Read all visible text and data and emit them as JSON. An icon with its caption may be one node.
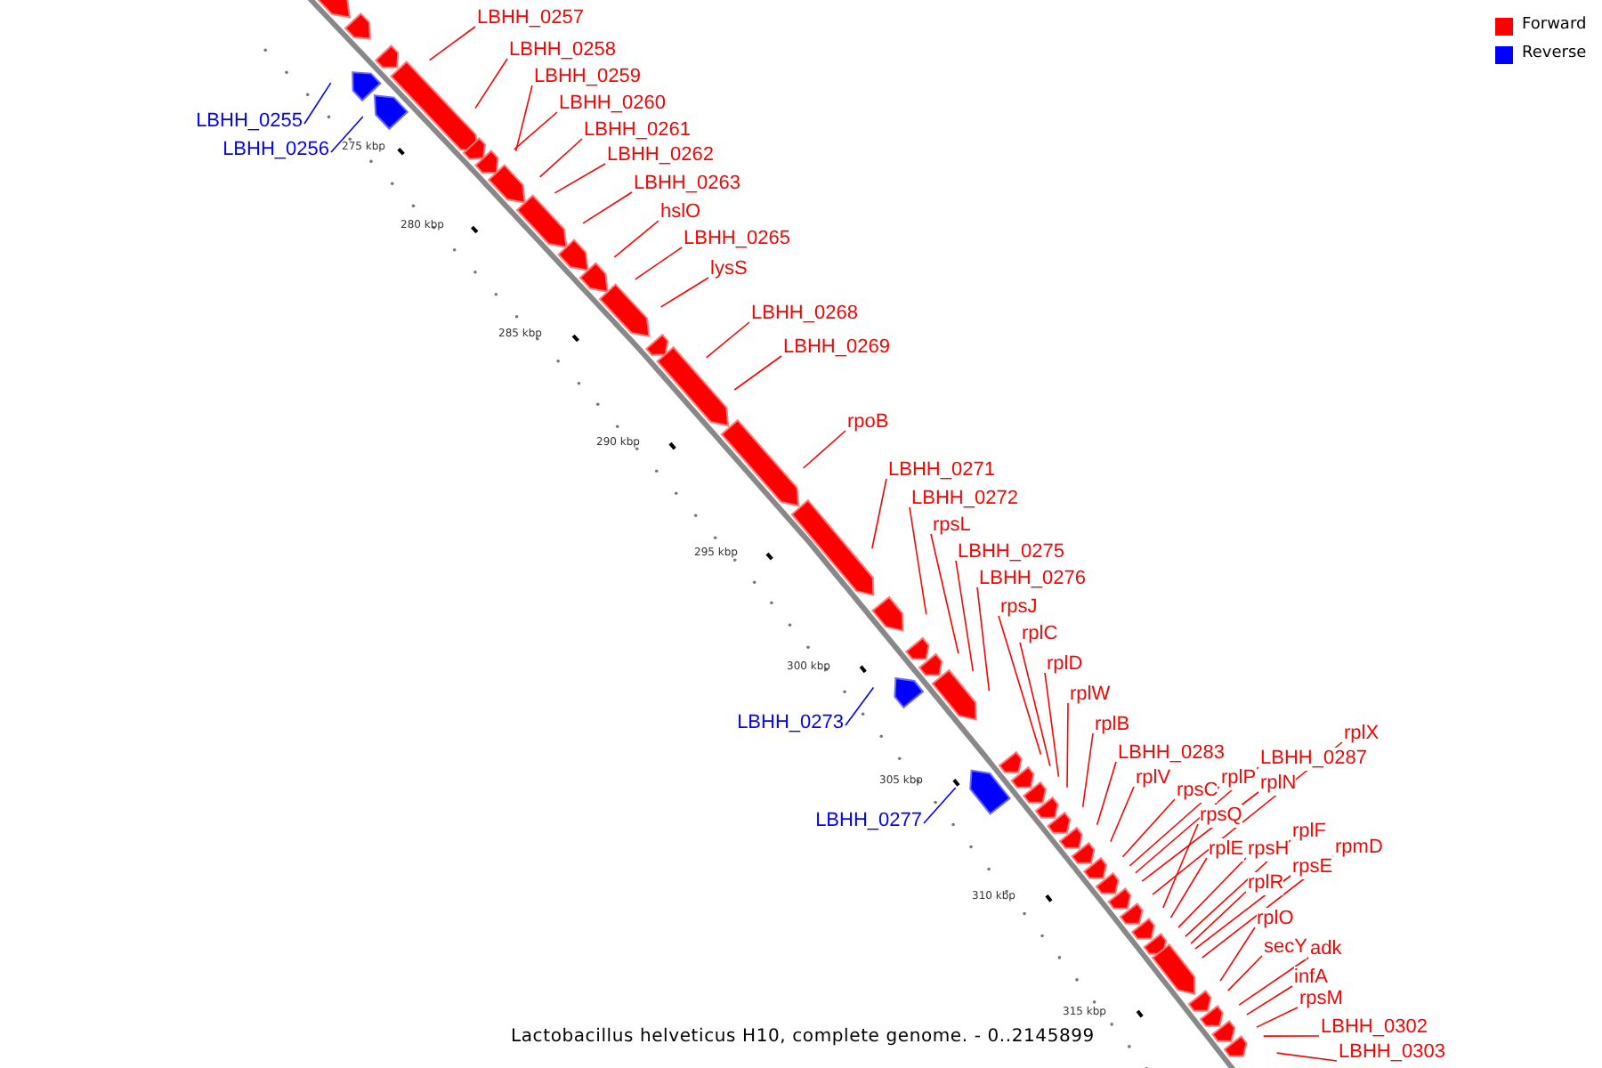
{
  "diagram": {
    "caption": "Lactobacillus helveticus H10, complete genome. - 0..2145899",
    "nodes": [
      {
        "text": [
          "LBHH_0257"
        ]
      },
      {
        "text": [
          "LBHH_0258"
        ]
      },
      {
        "text": [
          "LBHH_0259"
        ]
      },
      {
        "text": [
          "LBHH_0260"
        ]
      },
      {
        "text": [
          "LBHH_0255"
        ]
      },
      {
        "text": [
          "LBHH_0261"
        ]
      },
      {
        "text": [
          "LBHH_0256"
        ]
      },
      {
        "text": [
          "LBHH_0262"
        ]
      },
      {
        "text": [
          "LBHH_0263"
        ]
      },
      {
        "text": [
          "hslO"
        ]
      },
      {
        "text": [
          "LBHH_0265"
        ]
      },
      {
        "text": [
          "lysS"
        ]
      },
      {
        "text": [
          "LBHH_0268"
        ]
      },
      {
        "text": [
          "LBHH_0269"
        ]
      },
      {
        "text": [
          "rpoB"
        ]
      },
      {
        "text": [
          "LBHH_0271"
        ]
      },
      {
        "text": [
          "LBHH_0272"
        ]
      },
      {
        "text": [
          "rpsL"
        ]
      },
      {
        "text": [
          "LBHH_0275"
        ]
      },
      {
        "text": [
          "LBHH_0276"
        ]
      },
      {
        "text": [
          "rpsJ"
        ]
      },
      {
        "text": [
          "rplC"
        ]
      },
      {
        "text": [
          "rplD"
        ]
      },
      {
        "text": [
          "rplW"
        ]
      },
      {
        "text": [
          "LBHH_0273"
        ]
      },
      {
        "text": [
          "rplB"
        ]
      },
      {
        "text": [
          "rplX"
        ]
      },
      {
        "text": [
          "LBHH_0283"
        ]
      },
      {
        "text": [
          "LBHH_0287"
        ]
      },
      {
        "text": [
          "rplV"
        ]
      },
      {
        "text": [
          "rplP"
        ]
      },
      {
        "text": [
          "rplN"
        ]
      },
      {
        "text": [
          "rpsC"
        ]
      },
      {
        "text": [
          "rpsQ"
        ]
      },
      {
        "text": [
          "LBHH_0277"
        ]
      },
      {
        "text": [
          "rplF"
        ]
      },
      {
        "text": [
          "rpmD"
        ]
      },
      {
        "text": [
          "rplE"
        ]
      },
      {
        "text": [
          "rpsH"
        ]
      },
      {
        "text": [
          "rpsE"
        ]
      },
      {
        "text": [
          "rplR"
        ]
      },
      {
        "text": [
          "rplO"
        ]
      },
      {
        "text": [
          "secY"
        ]
      },
      {
        "text": [
          "adk"
        ]
      },
      {
        "text": [
          "infA"
        ]
      },
      {
        "text": [
          "rpsM"
        ]
      },
      {
        "text": [
          "LBHH_0302"
        ]
      },
      {
        "text": [
          "LBHH_0303"
        ]
      }
    ],
    "edges": [
      {
        "from": 0,
        "to": null,
        "arrow": "none"
      },
      {
        "from": 1,
        "to": null,
        "arrow": "none"
      },
      {
        "from": 2,
        "to": null,
        "arrow": "none"
      },
      {
        "from": 3,
        "to": null,
        "arrow": "none"
      },
      {
        "from": 4,
        "to": null,
        "arrow": "none",
        "color": "#0000ff"
      },
      {
        "from": 5,
        "to": null,
        "arrow": "none"
      },
      {
        "from": 6,
        "to": null,
        "arrow": "none",
        "color": "#0000ff"
      },
      {
        "from": 7,
        "to": null,
        "arrow": "none"
      },
      {
        "from": 8,
        "to": null,
        "arrow": "none"
      },
      {
        "from": 9,
        "to": null,
        "arrow": "none"
      },
      {
        "from": 10,
        "to": null,
        "arrow": "none"
      },
      {
        "from": 11,
        "to": null,
        "arrow": "none"
      },
      {
        "from": 12,
        "to": null,
        "arrow": "none"
      },
      {
        "from": 13,
        "to": null,
        "arrow": "none"
      },
      {
        "from": 14,
        "to": null,
        "arrow": "none"
      },
      {
        "from": 15,
        "to": null,
        "arrow": "none"
      },
      {
        "from": 16,
        "to": null,
        "arrow": "none"
      },
      {
        "from": 17,
        "to": null,
        "arrow": "none"
      },
      {
        "from": 18,
        "to": null,
        "arrow": "none"
      },
      {
        "from": 19,
        "to": null,
        "arrow": "none"
      },
      {
        "from": 20,
        "to": null,
        "arrow": "none"
      },
      {
        "from": 21,
        "to": null,
        "arrow": "none"
      },
      {
        "from": 22,
        "to": null,
        "arrow": "none"
      },
      {
        "from": 23,
        "to": null,
        "arrow": "none"
      },
      {
        "from": 24,
        "to": null,
        "arrow": "none",
        "color": "#0000ff"
      },
      {
        "from": 25,
        "to": null,
        "arrow": "none"
      },
      {
        "from": 26,
        "to": null,
        "arrow": "none"
      },
      {
        "from": 27,
        "to": null,
        "arrow": "none"
      },
      {
        "from": 28,
        "to": null,
        "arrow": "none"
      },
      {
        "from": 29,
        "to": null,
        "arrow": "none"
      },
      {
        "from": 30,
        "to": null,
        "arrow": "none"
      },
      {
        "from": 31,
        "to": null,
        "arrow": "none"
      },
      {
        "from": 32,
        "to": null,
        "arrow": "none"
      },
      {
        "from": 33,
        "to": null,
        "arrow": "none"
      },
      {
        "from": 34,
        "to": null,
        "arrow": "none",
        "color": "#0000ff"
      },
      {
        "from": 35,
        "to": null,
        "arrow": "none"
      },
      {
        "from": 36,
        "to": null,
        "arrow": "none"
      },
      {
        "from": 37,
        "to": null,
        "arrow": "none"
      },
      {
        "from": 38,
        "to": null,
        "arrow": "none"
      },
      {
        "from": 39,
        "to": null,
        "arrow": "none"
      },
      {
        "from": 40,
        "to": null,
        "arrow": "none"
      },
      {
        "from": 41,
        "to": null,
        "arrow": "none"
      },
      {
        "from": 42,
        "to": null,
        "arrow": "none"
      },
      {
        "from": 43,
        "to": null,
        "arrow": "none"
      },
      {
        "from": 44,
        "to": null,
        "arrow": "none"
      },
      {
        "from": 45,
        "to": null,
        "arrow": "none"
      },
      {
        "from": 46,
        "to": null,
        "arrow": "none"
      },
      {
        "from": 47,
        "to": null,
        "arrow": "none"
      }
    ],
    "labels": [
      "275 kbp",
      "280 kbp",
      "285 kbp",
      "290 kbp",
      "295 kbp",
      "300 kbp",
      "305 kbp",
      "310 kbp",
      "315 kbp"
    ],
    "legend": [
      {
        "text": "Forward",
        "color": "#ff0000"
      },
      {
        "text": "Reverse",
        "color": "#0000ff"
      }
    ]
  }
}
